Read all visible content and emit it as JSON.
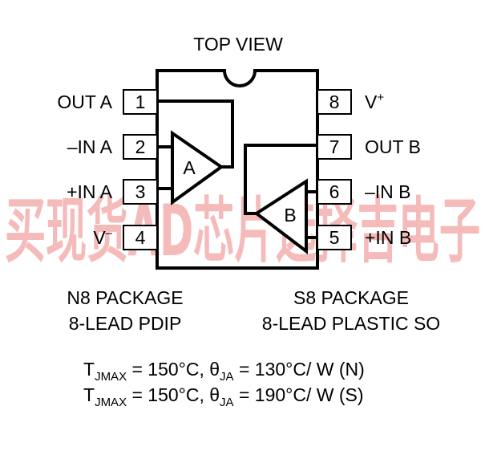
{
  "watermark": {
    "text": "买现货AD芯片选择吉电子",
    "color": "#f2a3a3"
  },
  "top_view": "TOP VIEW",
  "pins_left": [
    {
      "num": "1",
      "label": "OUT A"
    },
    {
      "num": "2",
      "label": "–IN A"
    },
    {
      "num": "3",
      "label": "+IN A"
    },
    {
      "num": "4",
      "label": "V",
      "sup": "–"
    }
  ],
  "pins_right": [
    {
      "num": "8",
      "label": "V",
      "sup": "+"
    },
    {
      "num": "7",
      "label": "OUT B"
    },
    {
      "num": "6",
      "label": "–IN B"
    },
    {
      "num": "5",
      "label": "+IN B"
    }
  ],
  "amp_a": "A",
  "amp_b": "B",
  "package_n": {
    "line1": "N8 PACKAGE",
    "line2": "8-LEAD PDIP"
  },
  "package_s": {
    "line1": "S8 PACKAGE",
    "line2": "8-LEAD PLASTIC SO"
  },
  "thermal": [
    {
      "t": "T",
      "t_sub": "JMAX",
      "mid": " = 150°C, θ",
      "theta_sub": "JA",
      "end": " = 130°C/ W (N)"
    },
    {
      "t": "T",
      "t_sub": "JMAX",
      "mid": " = 150°C, θ",
      "theta_sub": "JA",
      "end": " = 190°C/ W (S)"
    }
  ]
}
